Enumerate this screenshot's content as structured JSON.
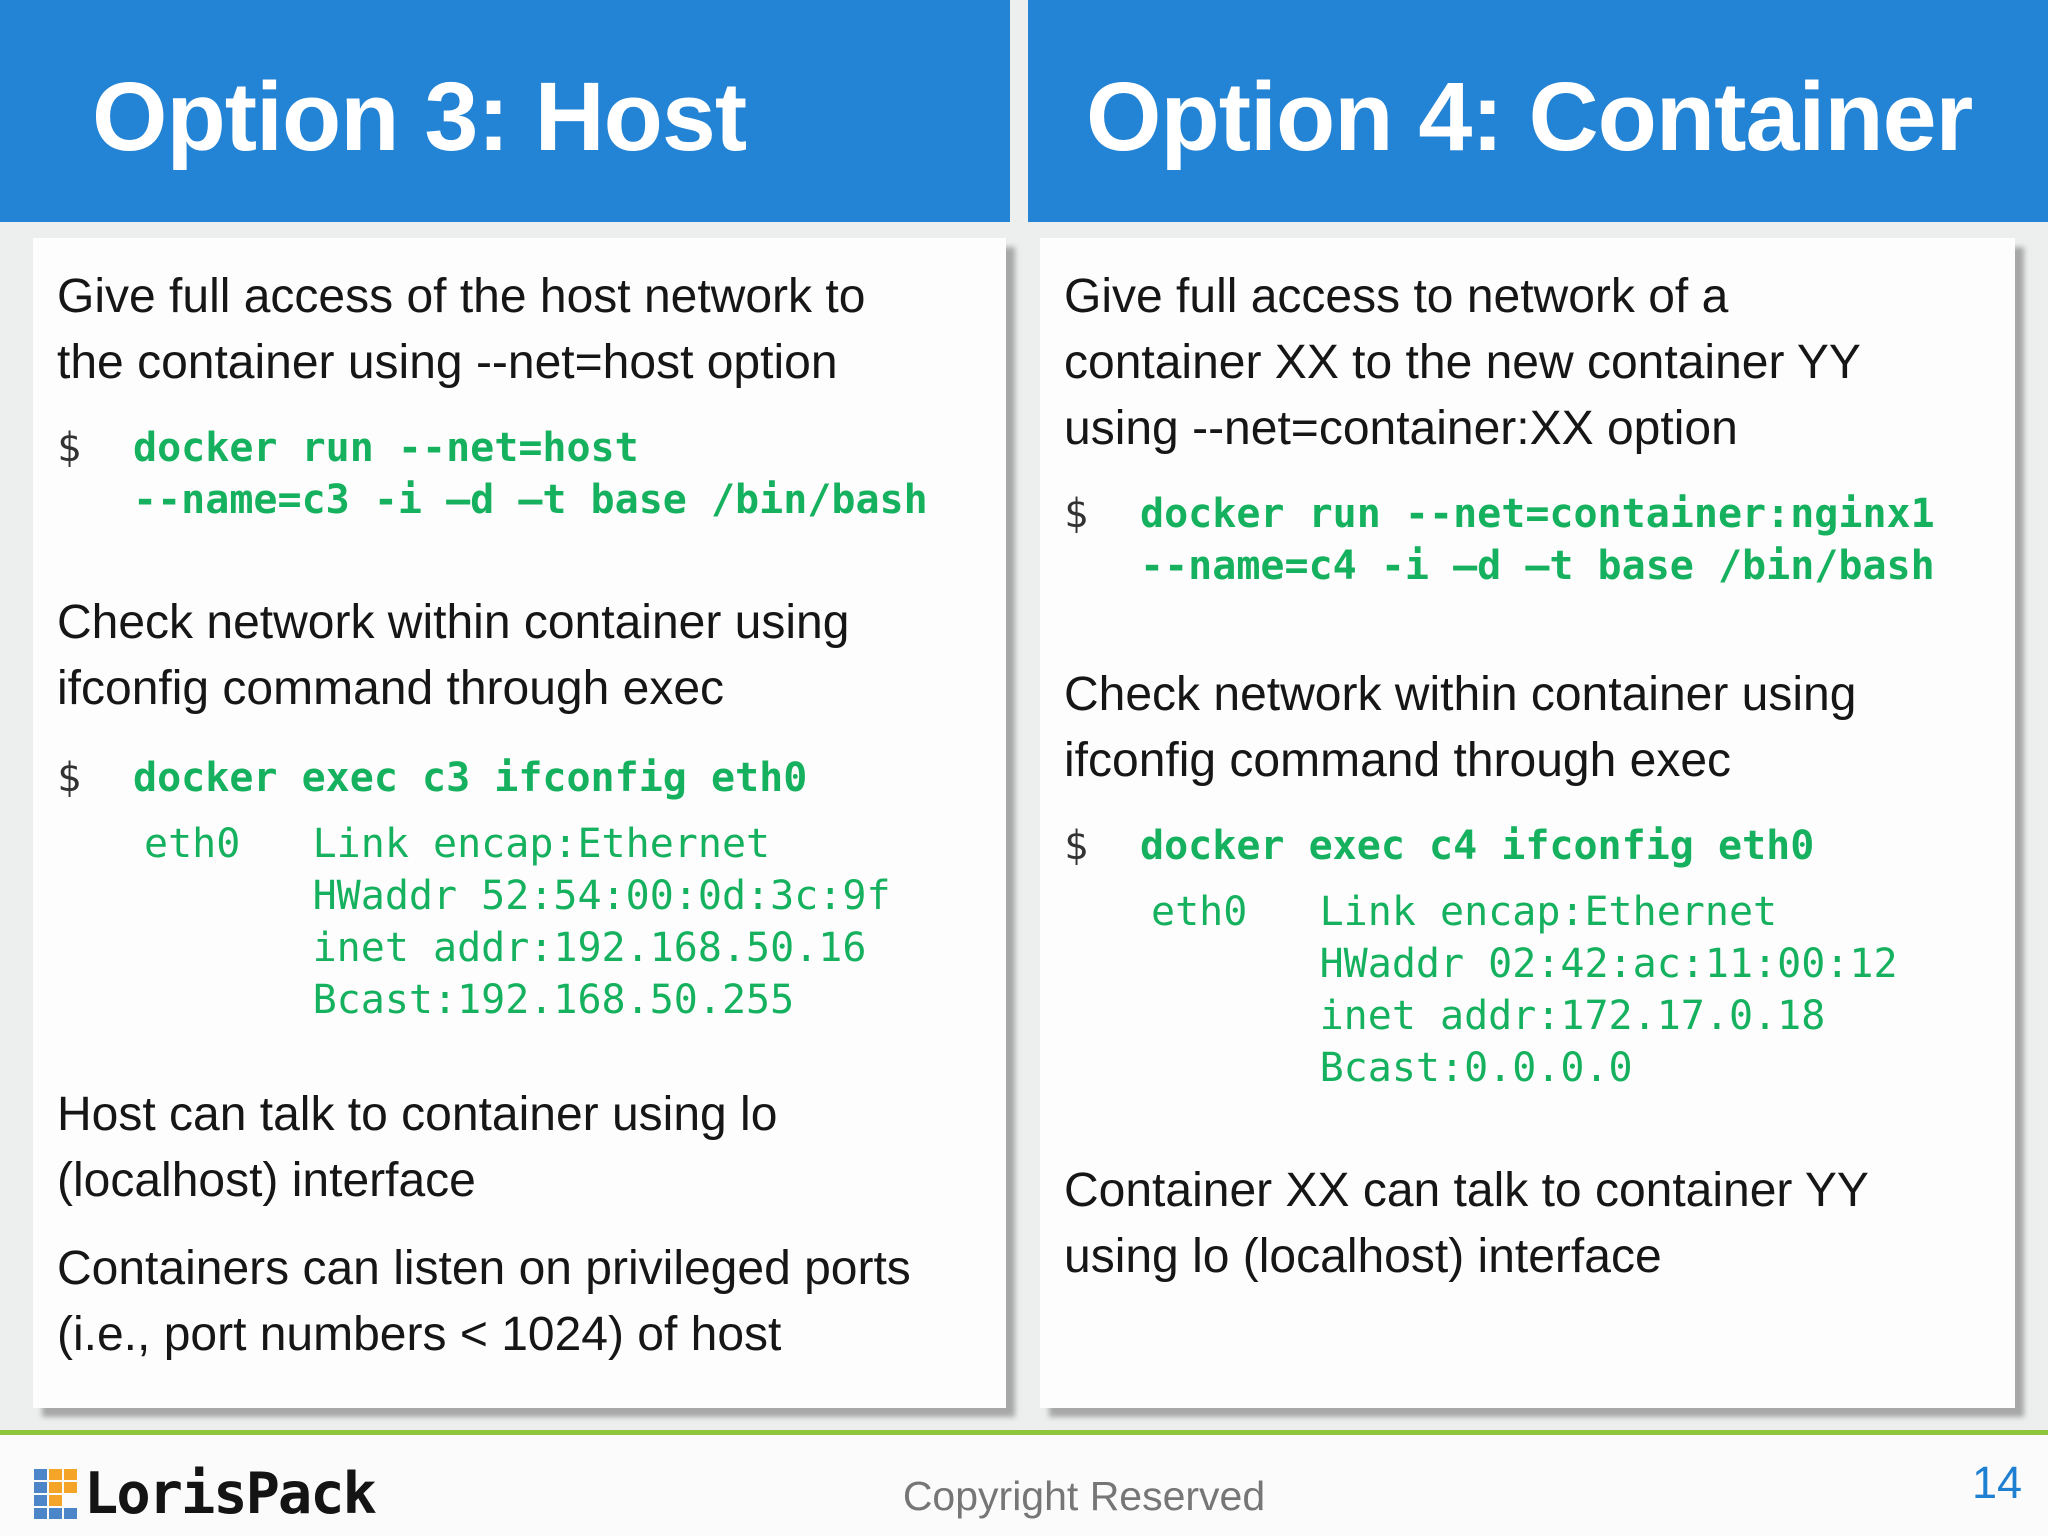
{
  "page": {
    "columns": [
      {
        "title": "Option 3: Host",
        "para1": "Give full access of the host network to\nthe container using --net=host option",
        "cmd1_prompt": "$",
        "cmd1_line1": "docker run --net=host",
        "cmd1_line2": "--name=c3 -i –d –t base /bin/bash",
        "para2": "Check network within container using\nifconfig command through exec",
        "cmd2_prompt": "$",
        "cmd2_line1": "docker exec c3 ifconfig eth0",
        "output": "eth0   Link encap:Ethernet\n       HWaddr 52:54:00:0d:3c:9f\n       inet addr:192.168.50.16\n       Bcast:192.168.50.255",
        "para3": "Host can talk to container using lo\n(localhost) interface",
        "para4": "Containers can listen on privileged ports\n(i.e., port numbers < 1024) of host"
      },
      {
        "title": "Option 4: Container",
        "para1": "Give full access to network of a\ncontainer XX to the new container YY\nusing --net=container:XX option",
        "cmd1_prompt": "$",
        "cmd1_line1": "docker run --net=container:nginx1",
        "cmd1_line2": "--name=c4 -i –d –t base /bin/bash",
        "para2": "Check network within container using\nifconfig command through exec",
        "cmd2_prompt": "$",
        "cmd2_line1": "docker exec c4 ifconfig eth0",
        "output": "eth0   Link encap:Ethernet\n       HWaddr 02:42:ac:11:00:12\n       inet addr:172.17.0.18\n       Bcast:0.0.0.0",
        "para3": "Container XX can talk to container YY\nusing lo (localhost) interface"
      }
    ],
    "footer": {
      "brand": "LorisPack",
      "copyright": "Copyright Reserved",
      "page_number": "14"
    },
    "colors": {
      "header_blue": "#2383d4",
      "code_green": "#16b15e",
      "accent_line_green": "#8fc63d",
      "page_number_blue": "#1f7fd0",
      "logo_blue": "#4d86c8",
      "logo_orange": "#f4a426"
    }
  }
}
